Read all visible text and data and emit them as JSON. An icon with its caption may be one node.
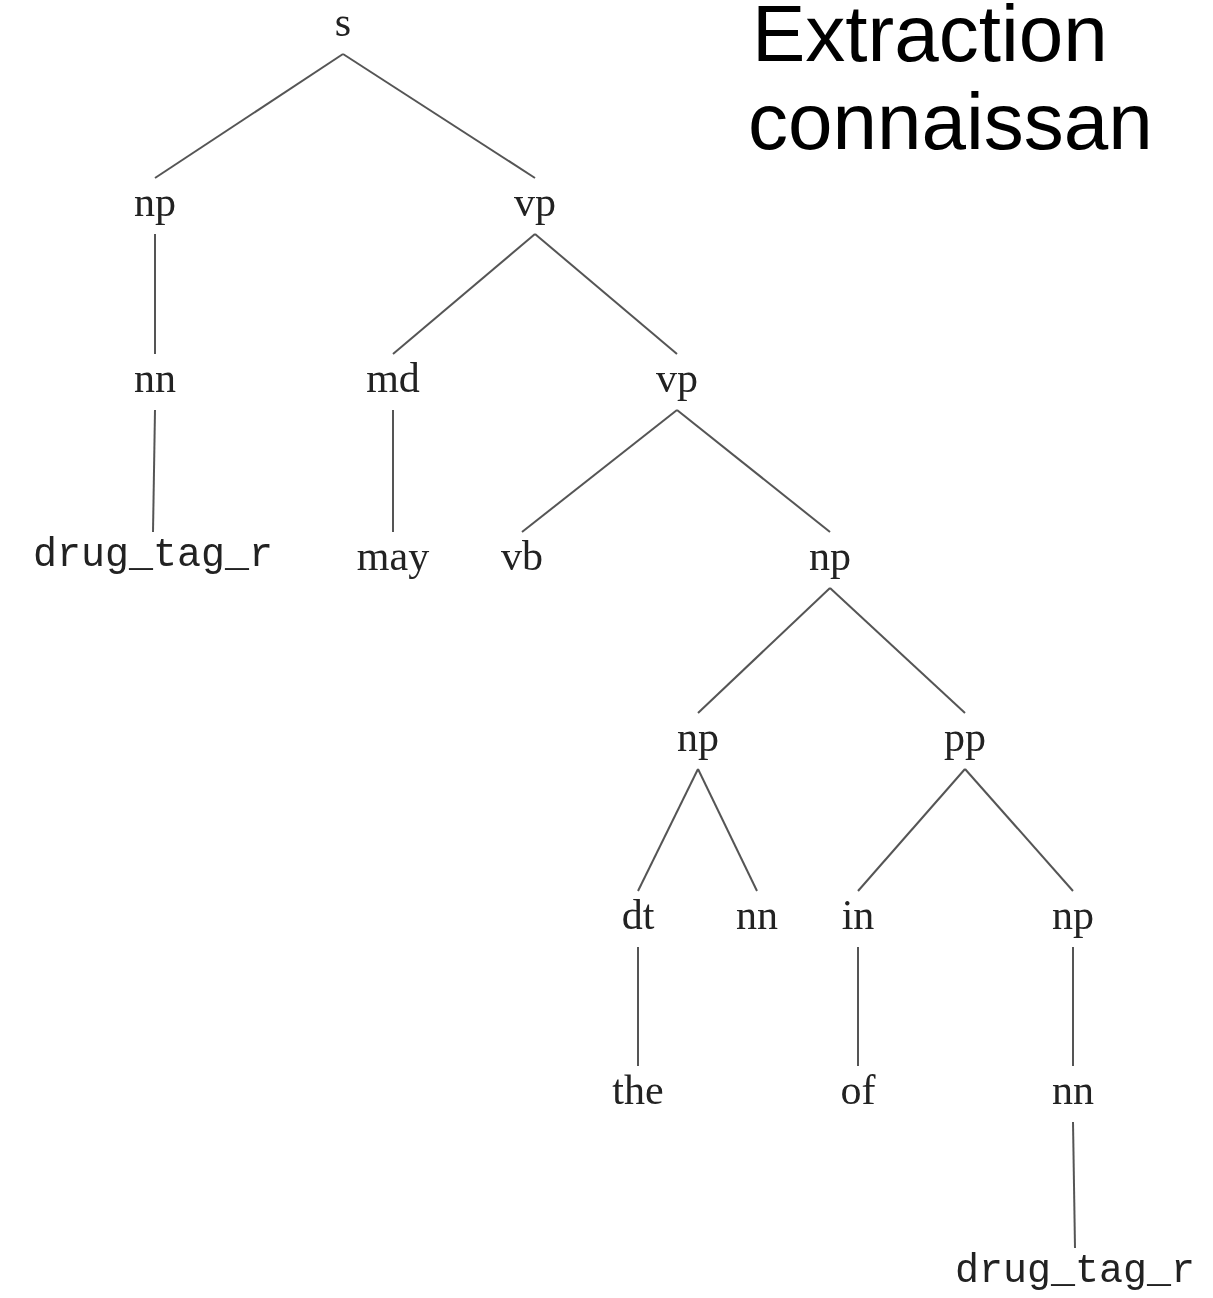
{
  "diagram": {
    "nodes": [
      {
        "text": [
          "s"
        ]
      },
      {
        "text": [
          "np"
        ]
      },
      {
        "text": [
          "vp"
        ]
      },
      {
        "text": [
          "nn"
        ]
      },
      {
        "text": [
          "md"
        ]
      },
      {
        "text": [
          "vp"
        ]
      },
      {
        "text": [
          "drug_tag_r"
        ]
      },
      {
        "text": [
          "may"
        ]
      },
      {
        "text": [
          "vb"
        ]
      },
      {
        "text": [
          "np"
        ]
      },
      {
        "text": [
          "np"
        ]
      },
      {
        "text": [
          "pp"
        ]
      },
      {
        "text": [
          "dt"
        ]
      },
      {
        "text": [
          "nn"
        ]
      },
      {
        "text": [
          "in"
        ]
      },
      {
        "text": [
          "np"
        ]
      },
      {
        "text": [
          "the"
        ]
      },
      {
        "text": [
          "of"
        ]
      },
      {
        "text": [
          "nn"
        ]
      },
      {
        "text": [
          "drug_tag_r"
        ]
      }
    ],
    "edges": [
      {
        "from": 0,
        "to": 1,
        "arrow": "none"
      },
      {
        "from": 0,
        "to": 2,
        "arrow": "none"
      },
      {
        "from": 1,
        "to": 3,
        "arrow": "none"
      },
      {
        "from": 3,
        "to": 6,
        "arrow": "none"
      },
      {
        "from": 2,
        "to": 4,
        "arrow": "none"
      },
      {
        "from": 2,
        "to": 5,
        "arrow": "none"
      },
      {
        "from": 4,
        "to": 7,
        "arrow": "none"
      },
      {
        "from": 5,
        "to": 8,
        "arrow": "none"
      },
      {
        "from": 5,
        "to": 9,
        "arrow": "none"
      },
      {
        "from": 9,
        "to": 10,
        "arrow": "none"
      },
      {
        "from": 9,
        "to": 11,
        "arrow": "none"
      },
      {
        "from": 10,
        "to": 12,
        "arrow": "none"
      },
      {
        "from": 10,
        "to": 13,
        "arrow": "none"
      },
      {
        "from": 11,
        "to": 14,
        "arrow": "none"
      },
      {
        "from": 11,
        "to": 15,
        "arrow": "none"
      },
      {
        "from": 12,
        "to": 16,
        "arrow": "none"
      },
      {
        "from": 14,
        "to": 17,
        "arrow": "none"
      },
      {
        "from": 15,
        "to": 18,
        "arrow": "none"
      },
      {
        "from": 18,
        "to": 19,
        "arrow": "none"
      }
    ],
    "labels": [
      "Extraction",
      "connaissan"
    ]
  }
}
